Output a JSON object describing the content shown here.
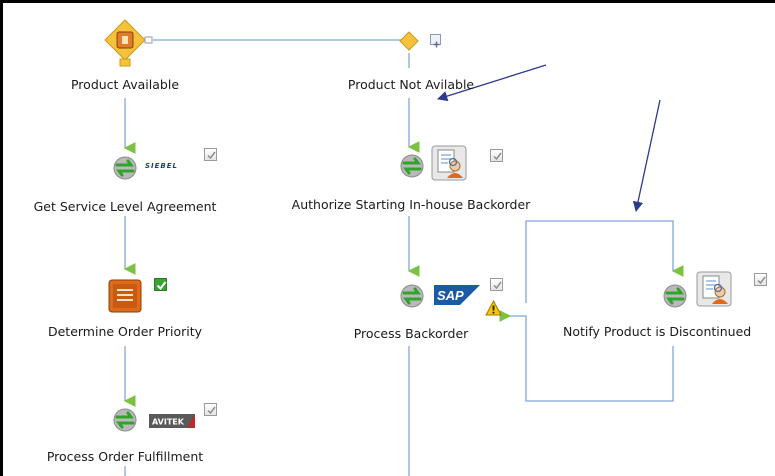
{
  "nodes": {
    "product_available": "Product Available",
    "product_not_available": "Product Not Avilable",
    "get_sla": "Get Service Level Agreement",
    "authorize_backorder": "Authorize Starting In-house Backorder",
    "determine_priority": "Determine Order Priority",
    "process_backorder": "Process Backorder",
    "notify_discontinued": "Notify Product is Discontinued",
    "process_fulfillment": "Process Order Fulfillment"
  },
  "logos": {
    "siebel": "SIEBEL",
    "sap": "SAP",
    "avitek": "AVITEK"
  },
  "icons": {
    "gateway": "gateway-diamond-icon",
    "service": "service-task-icon",
    "human_task": "human-task-icon",
    "rule": "business-rule-icon",
    "warning": "warning-icon",
    "checkbox": "checkbox-icon"
  },
  "colors": {
    "connector": "#7fa7d4",
    "arrowhead": "#7cc242",
    "gateway": "#f6c23b",
    "annotation_arrow": "#2e3a8c"
  }
}
